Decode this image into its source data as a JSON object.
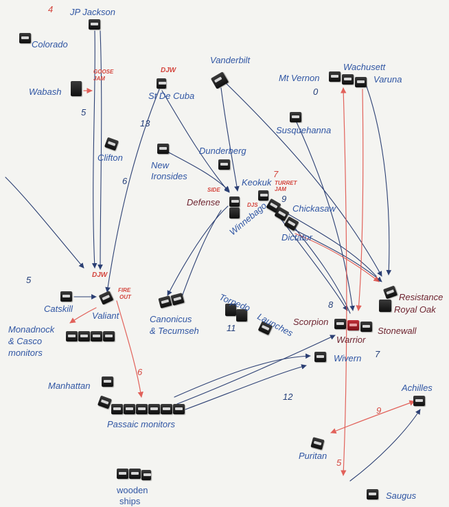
{
  "labels": {
    "jp_jackson": "JP Jackson",
    "colorado": "Colorado",
    "wabash": "Wabash",
    "vanderbilt": "Vanderbilt",
    "st_de_cuba": "St De Cuba",
    "mt_vernon": "Mt Vernon",
    "wachusett": "Wachusett",
    "varuna": "Varuna",
    "susquehanna": "Susquehanna",
    "clifton": "Clifton",
    "dunderberg": "Dunderberg",
    "new_ironsides_1": "New",
    "new_ironsides_2": "Ironsides",
    "keokuk": "Keokuk",
    "defense": "Defense",
    "chickasaw": "Chickasaw",
    "winnebago": "Winnebago",
    "dictator": "Dictator",
    "resistance": "Resistance",
    "royal_oak": "Royal Oak",
    "catskill": "Catskill",
    "valiant": "Valiant",
    "monadnock_1": "Monadnock",
    "monadnock_2": "& Casco",
    "monadnock_3": "monitors",
    "canonicus_1": "Canonicus",
    "canonicus_2": "& Tecumseh",
    "torpedo_1": "Torpedo",
    "torpedo_2": "Launches",
    "scorpion": "Scorpion",
    "warrior": "Warrior",
    "stonewall": "Stonewall",
    "wivern": "Wivern",
    "manhattan": "Manhattan",
    "passaic": "Passaic monitors",
    "achilles": "Achilles",
    "puritan": "Puritan",
    "saugus": "Saugus",
    "wooden_1": "wooden",
    "wooden_2": "ships"
  },
  "notes": {
    "goose_jam_1": "GOOSE",
    "goose_jam_2": "JAM",
    "djw_cuba": "DJW",
    "turret_jam_1": "TURRET",
    "turret_jam_2": "JAM",
    "djw_valiant": "DJW",
    "fire_out_1": "FIRE",
    "fire_out_2": "OUT",
    "side_1": "SIDE",
    "djs": "DJS"
  },
  "numbers": {
    "n5_top": "5",
    "n13": "13",
    "n6": "6",
    "n5_left": "5",
    "n7": "7",
    "n9_keokuk": "9",
    "n0": "0",
    "n11": "11",
    "n8": "8",
    "n12": "12",
    "n9_red": "9",
    "n5_red": "5",
    "n6_red": "6",
    "n7_right": "7",
    "n4": "4"
  },
  "colors": {
    "ink_blue": "#2f55a3",
    "ink_maroon": "#6e2430",
    "ink_red": "#d4463e",
    "arrow_blue": "#2b3f73"
  }
}
